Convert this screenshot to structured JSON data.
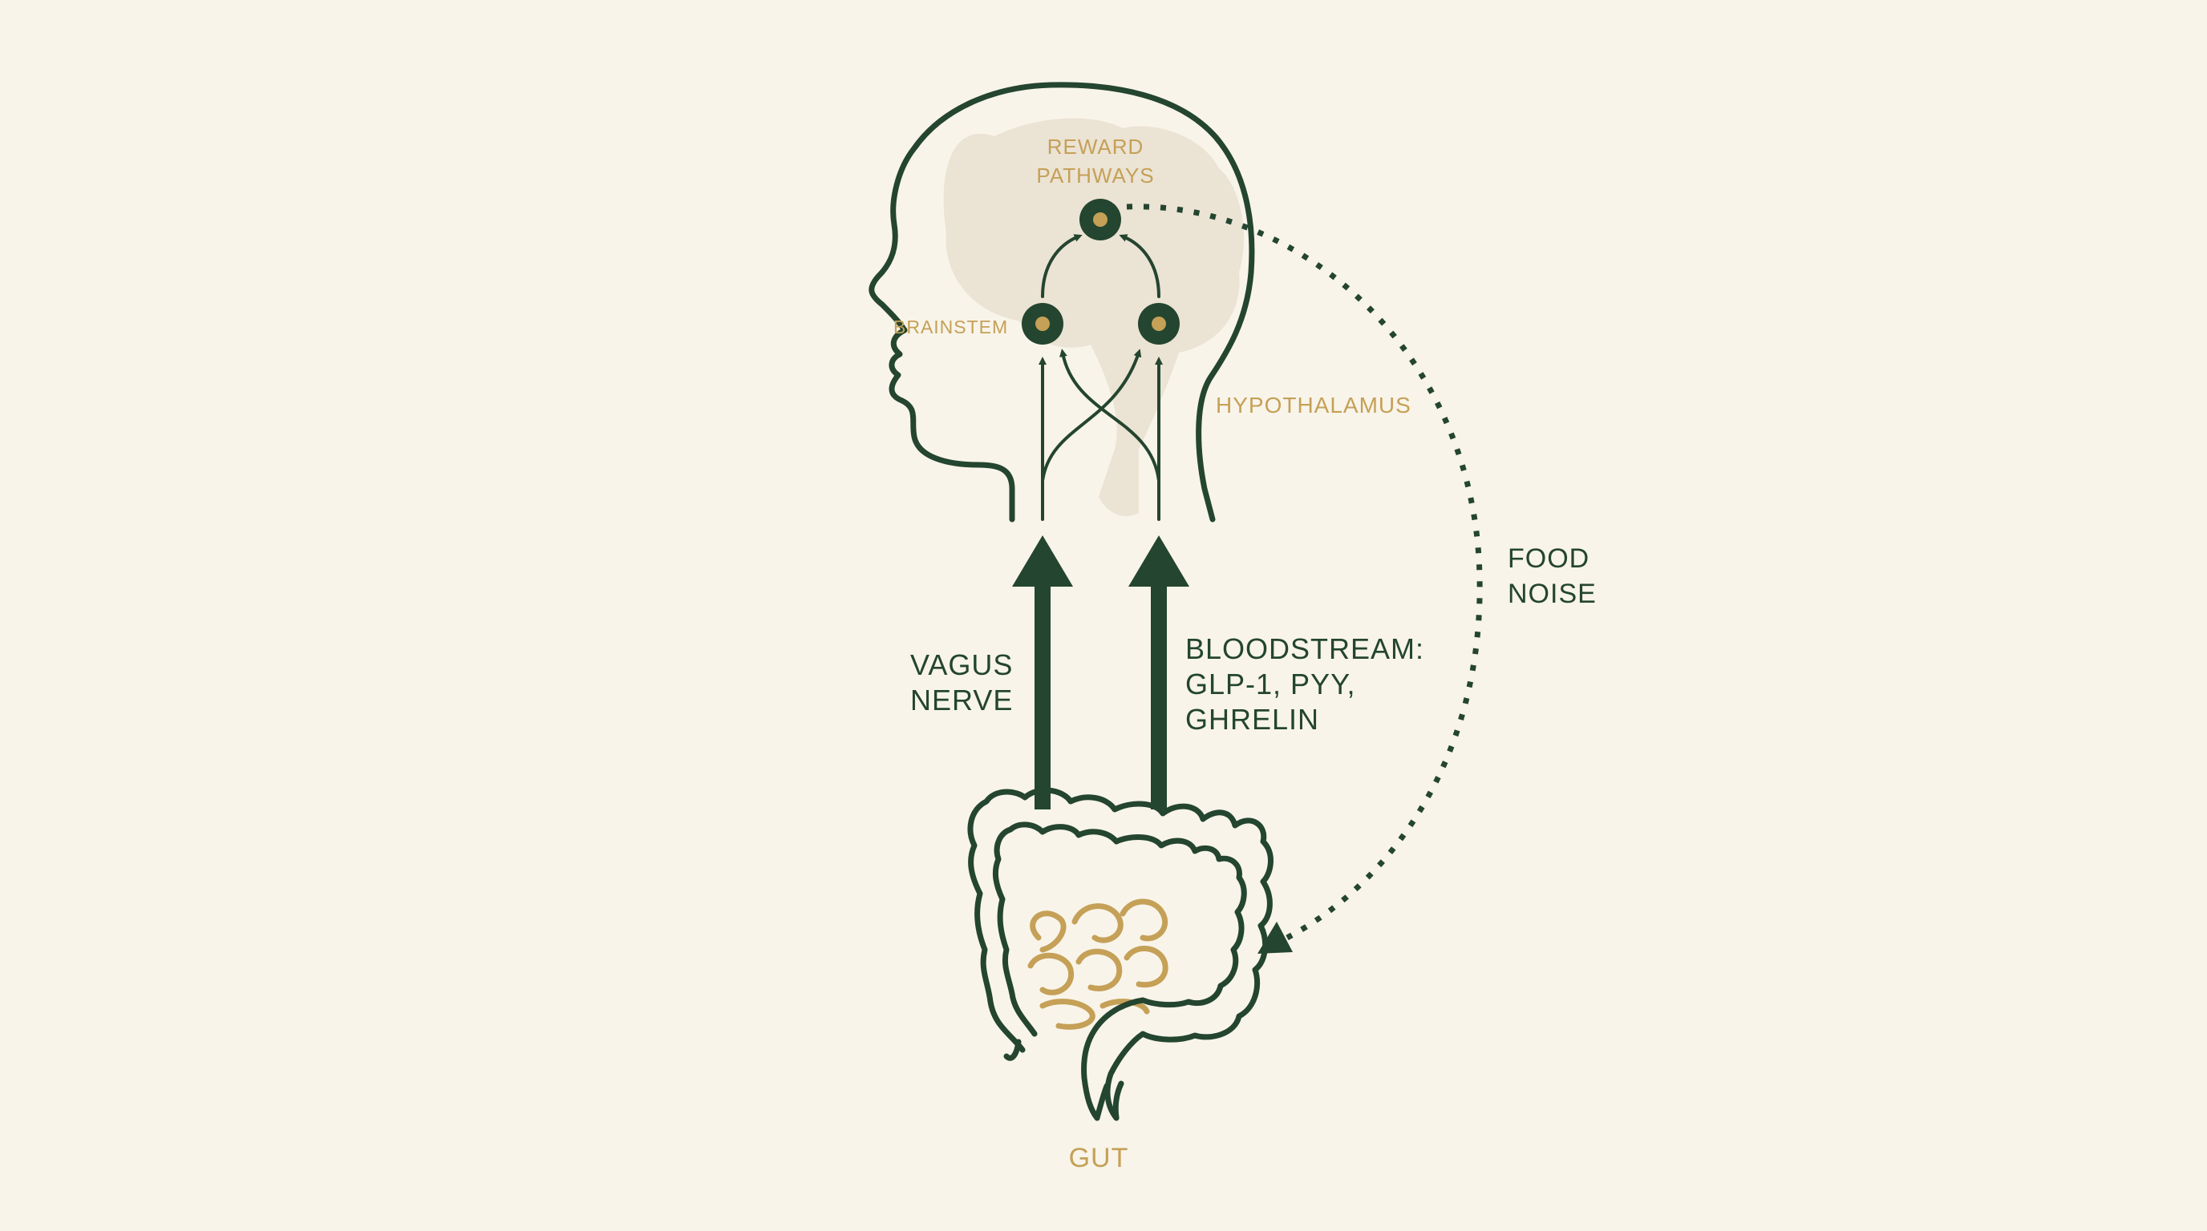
{
  "labels": {
    "reward_line1": "REWARD",
    "reward_line2": "PATHWAYS",
    "brainstem": "BRAINSTEM",
    "hypothalamus": "HYPOTHALAMUS",
    "food_noise_line1": "FOOD",
    "food_noise_line2": "NOISE",
    "vagus_line1": "VAGUS",
    "vagus_line2": "NERVE",
    "bloodstream_line1": "BLOODSTREAM:",
    "bloodstream_line2": "GLP-1, PYY,",
    "bloodstream_line3": "GHRELIN",
    "gut": "GUT"
  },
  "colors": {
    "background": "#f8f4e9",
    "ink_green": "#24452f",
    "accent_gold": "#c5a057",
    "brain_fill": "#ebe3d4"
  }
}
